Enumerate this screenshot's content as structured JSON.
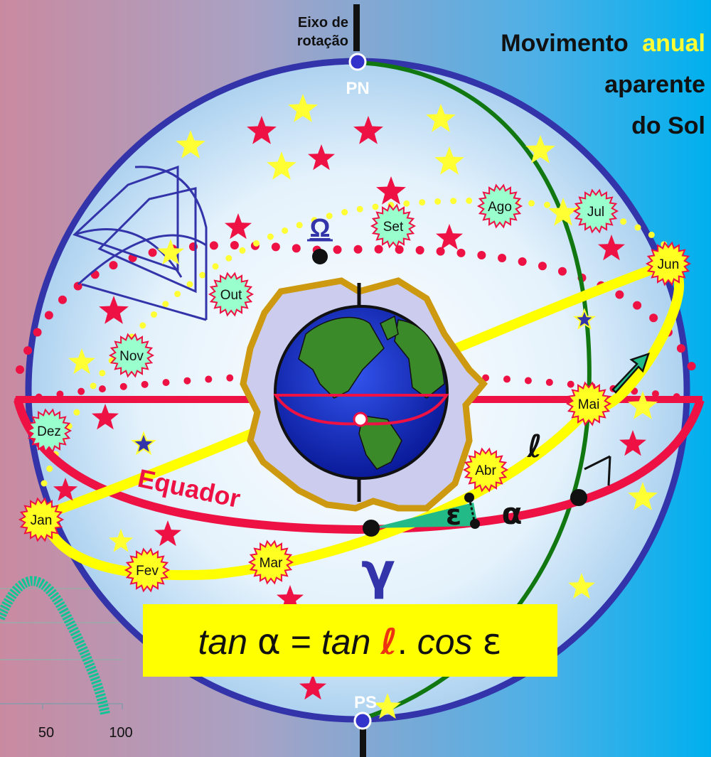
{
  "axis_label": [
    "Eixo de",
    "rotação"
  ],
  "title": {
    "part1": "Movimento",
    "highlight": "anual",
    "line2": "aparente",
    "line3": "do Sol"
  },
  "poles": {
    "north": "PN",
    "south": "PS"
  },
  "equator_label": "Equador",
  "node_symbol": "Ω",
  "vernal_symbol": "γ",
  "greek": {
    "epsilon": "ε",
    "alpha": "α",
    "ell": "ℓ"
  },
  "months": [
    {
      "label": "Jan"
    },
    {
      "label": "Fev"
    },
    {
      "label": "Mar"
    },
    {
      "label": "Abr"
    },
    {
      "label": "Mai"
    },
    {
      "label": "Jun"
    },
    {
      "label": "Jul"
    },
    {
      "label": "Ago"
    },
    {
      "label": "Set"
    },
    {
      "label": "Out"
    },
    {
      "label": "Nov"
    },
    {
      "label": "Dez"
    }
  ],
  "formula": {
    "tan1": "tan",
    "alpha": "α",
    "eq": "=",
    "tan2": "tan",
    "ell": "ℓ",
    "dot": ".",
    "cos": "cos",
    "eps": "ε"
  },
  "mini_chart": {
    "ticks": [
      "50",
      "100"
    ]
  },
  "colors": {
    "sphere_rim": "#3333aa",
    "equator": "#ee1144",
    "ecliptic": "#ffff00",
    "meridian": "#117711",
    "star_red": "#ee1144",
    "star_yellow": "#ffff33",
    "formula_bg": "#ffff00",
    "green_arrow": "#22bb88",
    "teal_curve": "#11c495"
  }
}
